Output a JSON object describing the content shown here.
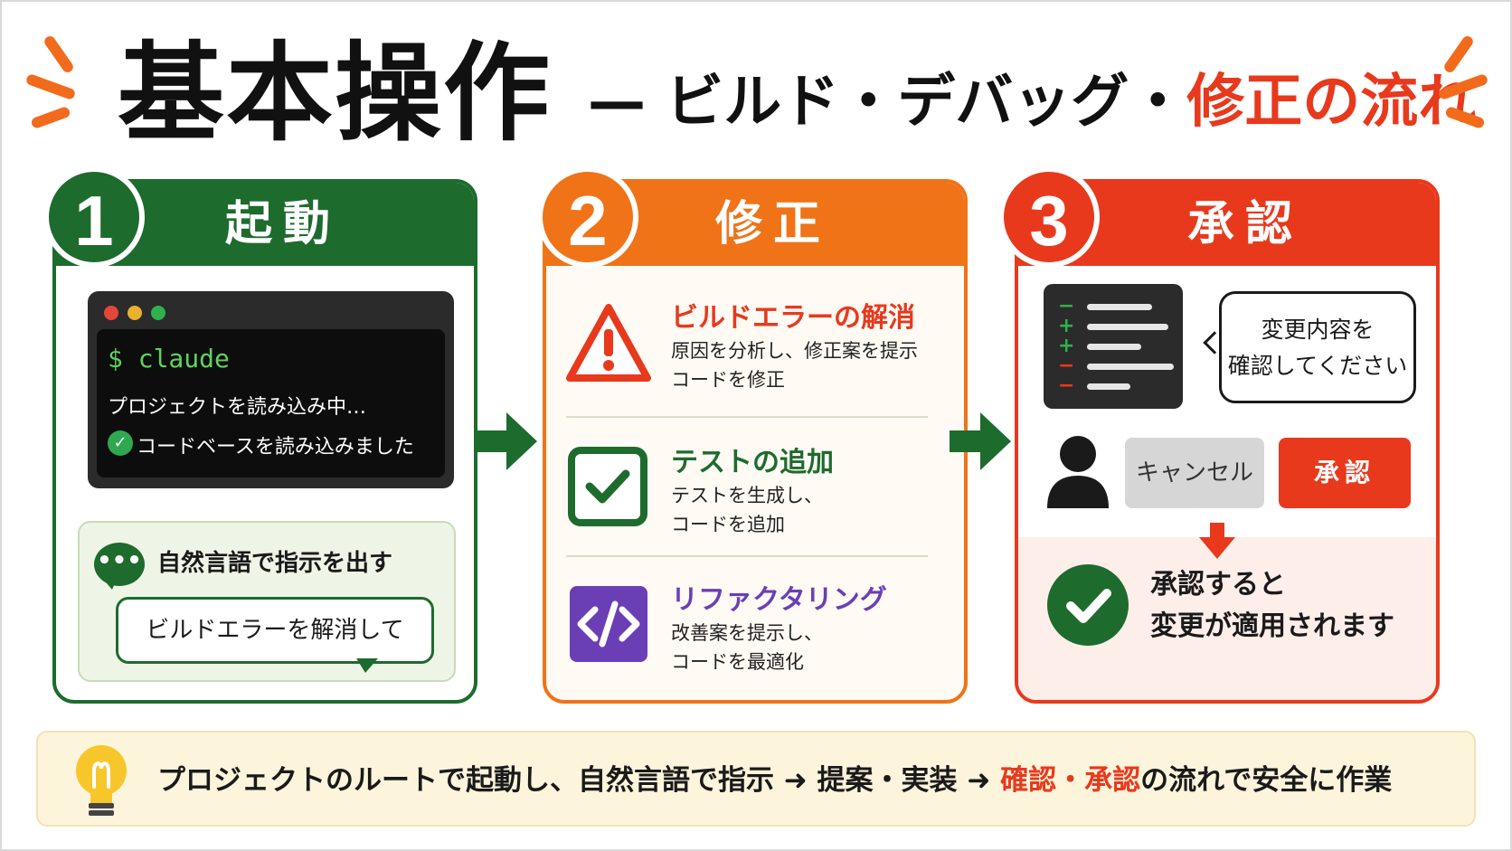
{
  "title": {
    "main": "基本操作",
    "sub_prefix": "— ビルド・デバッグ・",
    "sub_highlight": "修正の流れ"
  },
  "steps": [
    {
      "number": "1",
      "label": "起動",
      "color": "#1e6b2e",
      "terminal": {
        "command": "$ claude",
        "loading": "プロジェクトを読み込み中…",
        "done": "コードベースを読み込みました"
      },
      "instruction_label": "自然言語で指示を出す",
      "prompt": "ビルドエラーを解消して"
    },
    {
      "number": "2",
      "label": "修正",
      "color": "#f07318",
      "items": [
        {
          "title": "ビルドエラーの解消",
          "title_color": "#e8391d",
          "icon": "warning-icon",
          "desc1": "原因を分析し、修正案を提示",
          "desc2": "コードを修正"
        },
        {
          "title": "テストの追加",
          "title_color": "#1e6b2e",
          "icon": "checkbox-icon",
          "desc1": "テストを生成し、",
          "desc2": "コードを追加"
        },
        {
          "title": "リファクタリング",
          "title_color": "#6a3fb5",
          "icon": "code-icon",
          "desc1": "改善案を提示し、",
          "desc2": "コードを最適化"
        }
      ]
    },
    {
      "number": "3",
      "label": "承認",
      "color": "#e8391d",
      "bubble_line1": "変更内容を",
      "bubble_line2": "確認してください",
      "cancel_label": "キャンセル",
      "approve_label": "承認",
      "result_line1": "承認すると",
      "result_line2": "変更が適用されます"
    }
  ],
  "footer": {
    "part1": "プロジェクトのルートで起動し、自然言語で指示 ➜ 提案・実装 ➜ ",
    "highlight": "確認・承認",
    "part2": "の流れで安全に作業"
  }
}
